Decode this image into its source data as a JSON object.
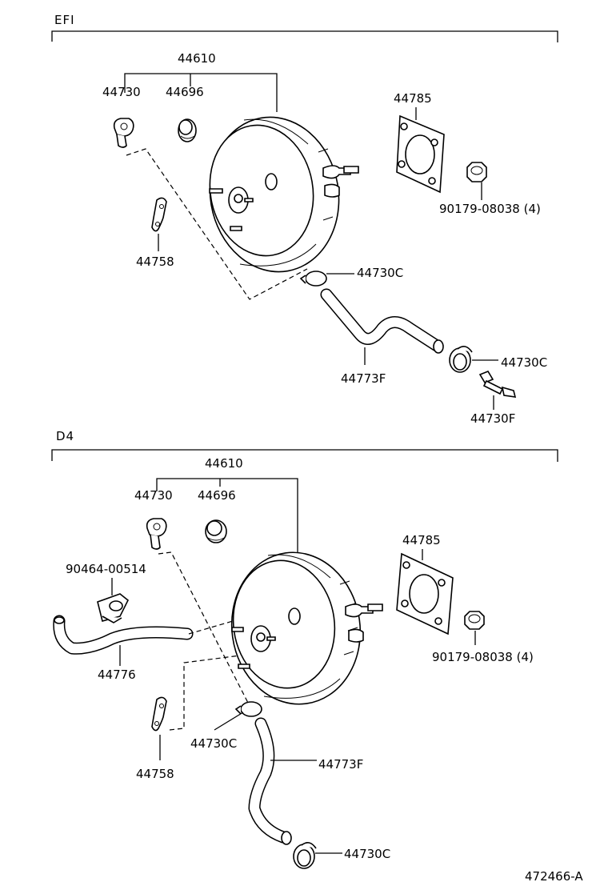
{
  "sections": [
    {
      "title": "EFI",
      "labels": {
        "booster": "44610",
        "check_valve": "44730",
        "grommet": "44696",
        "gasket": "44785",
        "nut": "90179-08038 (4)",
        "bracket": "44758",
        "clamp_upper": "44730C",
        "hose": "44773F",
        "clamp_lower": "44730C",
        "union": "44730F"
      }
    },
    {
      "title": "D4",
      "labels": {
        "booster": "44610",
        "check_valve": "44730",
        "grommet": "44696",
        "gasket": "44785",
        "nut": "90179-08038 (4)",
        "clip": "90464-00514",
        "hose_small": "44776",
        "bracket": "44758",
        "clamp_upper": "44730C",
        "hose": "44773F",
        "clamp_lower": "44730C"
      }
    }
  ],
  "diagram_id": "472466-A"
}
